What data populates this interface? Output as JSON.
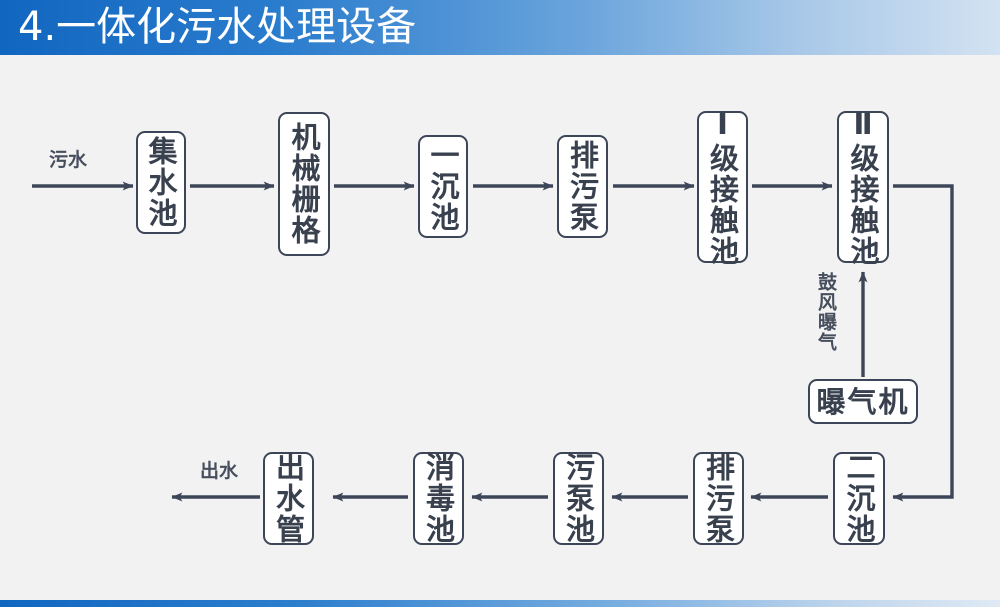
{
  "header": {
    "title": "4.一体化污水处理设备",
    "bg_from": "#1166c0",
    "bg_to": "#d3e2f2",
    "text_color": "#ffffff"
  },
  "canvas": {
    "background": "#f2f2f2",
    "line_color": "#3d4659",
    "box_border": "#3d4659",
    "box_fill": "#ffffff",
    "text_color": "#39414f"
  },
  "footer": {
    "bg_from": "#1166c0",
    "bg_to": "#dfe9f4"
  },
  "diagram": {
    "inlet_label": "污水",
    "outlet_label": "出水",
    "aeration_label": "鼓风曝气",
    "top_row": [
      {
        "id": "collection-tank",
        "label": "集水池"
      },
      {
        "id": "mechanical-grille",
        "label": "机械栅格"
      },
      {
        "id": "primary-sedimentation-tank",
        "label": "一沉池"
      },
      {
        "id": "sewage-pump-top",
        "label": "排污泵"
      },
      {
        "id": "contact-tank-1",
        "label": "Ⅰ级接触池"
      },
      {
        "id": "contact-tank-2",
        "label": "Ⅱ级接触池"
      }
    ],
    "aerator": {
      "id": "aerator",
      "label": "曝气机"
    },
    "bottom_row": [
      {
        "id": "secondary-sedimentation-tank",
        "label": "二沉池"
      },
      {
        "id": "sewage-pump-bottom",
        "label": "排污泵"
      },
      {
        "id": "sludge-pump-tank",
        "label": "污泵池"
      },
      {
        "id": "disinfection-tank",
        "label": "消毒池"
      },
      {
        "id": "effluent-pipe",
        "label": "出水管"
      }
    ]
  }
}
